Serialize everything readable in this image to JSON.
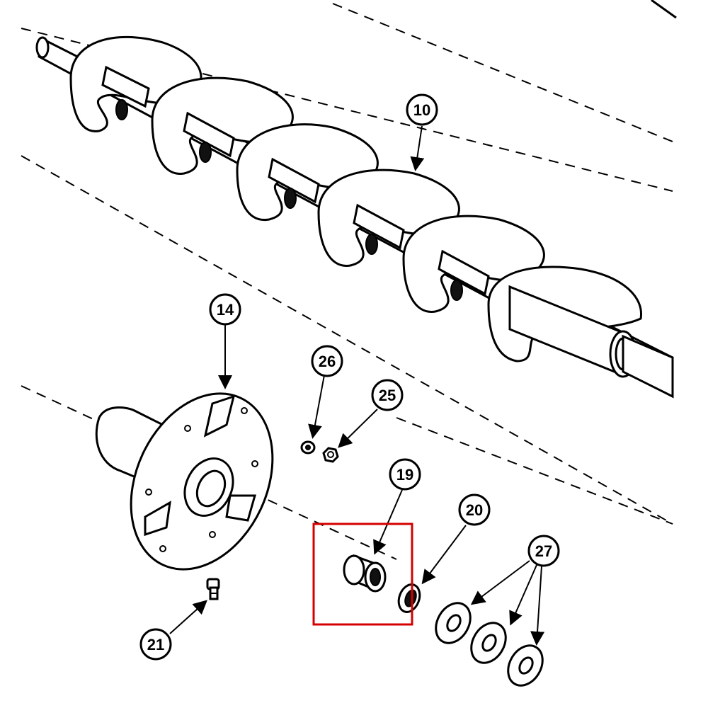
{
  "diagram": {
    "callouts": [
      {
        "id": "callout-10",
        "label": "10",
        "part": "auger"
      },
      {
        "id": "callout-14",
        "label": "14",
        "part": "flange-hub"
      },
      {
        "id": "callout-19",
        "label": "19",
        "part": "bushing"
      },
      {
        "id": "callout-20",
        "label": "20",
        "part": "seal-ring"
      },
      {
        "id": "callout-21",
        "label": "21",
        "part": "grease-fitting"
      },
      {
        "id": "callout-25",
        "label": "25",
        "part": "nut"
      },
      {
        "id": "callout-26",
        "label": "26",
        "part": "lock-washer"
      },
      {
        "id": "callout-27",
        "label": "27",
        "part": "washers"
      }
    ],
    "highlight": {
      "target": "19",
      "color": "#d40000"
    }
  }
}
